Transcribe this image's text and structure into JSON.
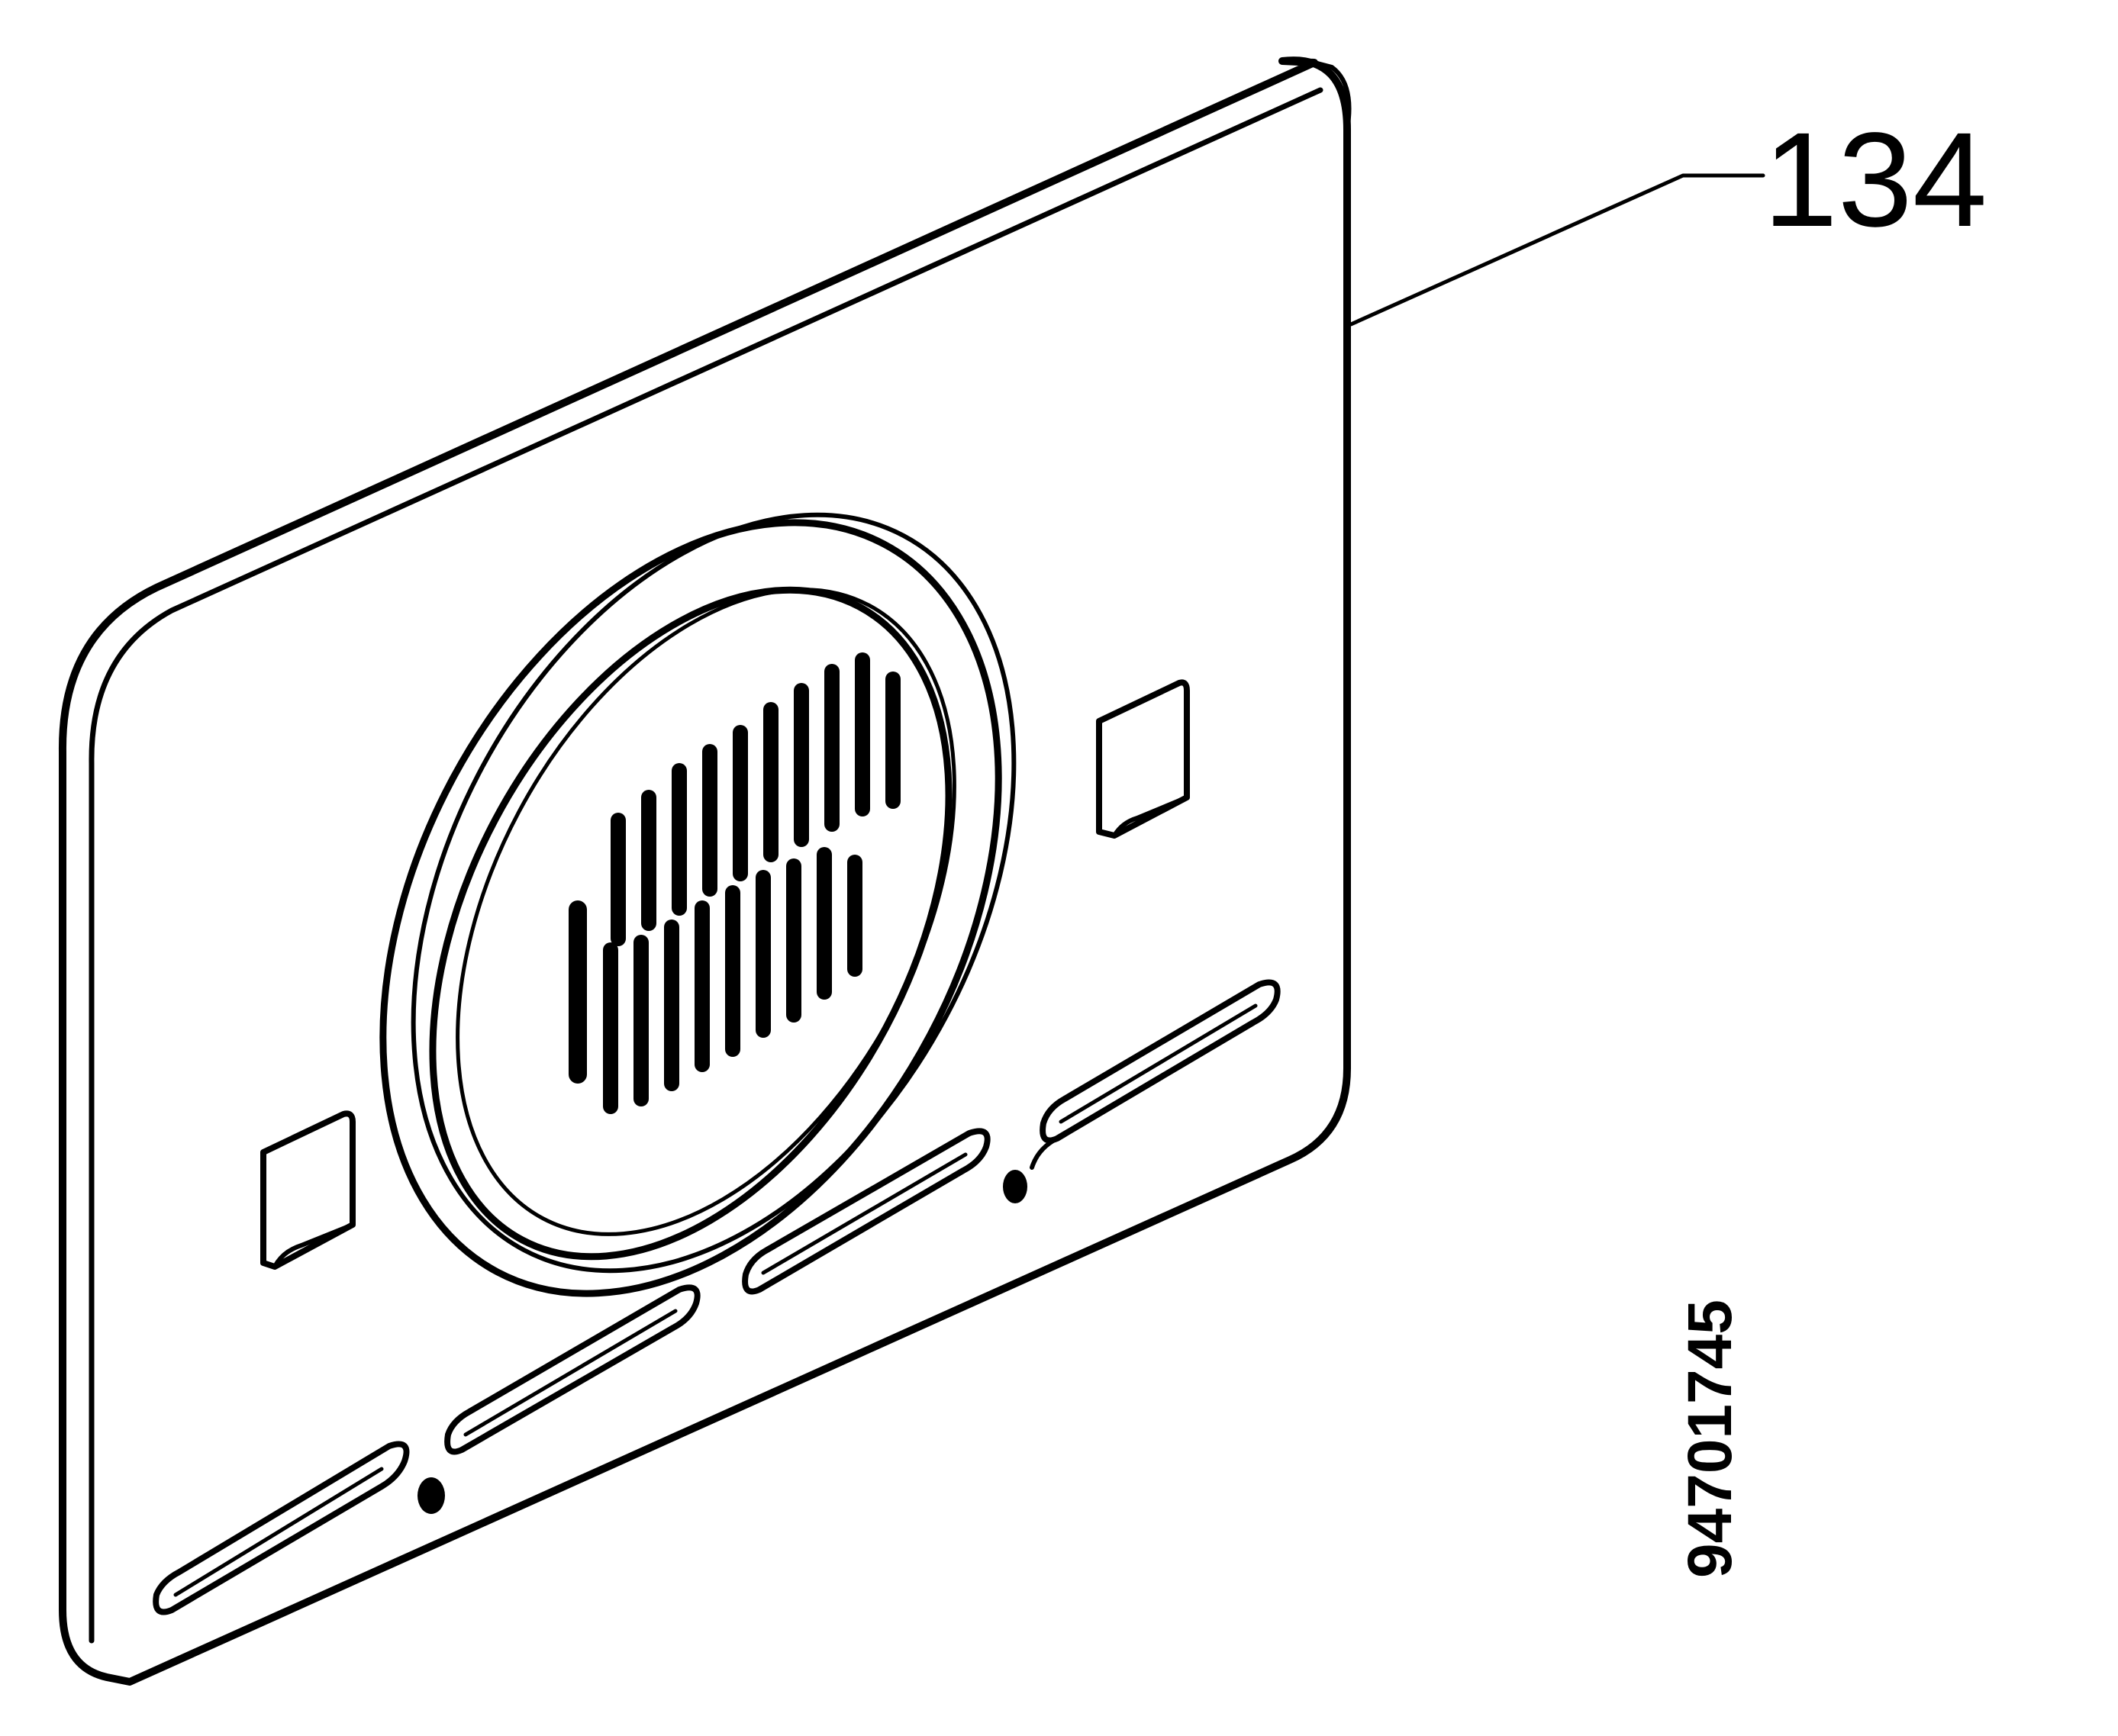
{
  "diagram": {
    "callouts": [
      {
        "label": "134",
        "refers_to": "panel"
      }
    ],
    "document_number": "94701745",
    "colors": {
      "line": "#000000",
      "background": "#ffffff"
    }
  }
}
